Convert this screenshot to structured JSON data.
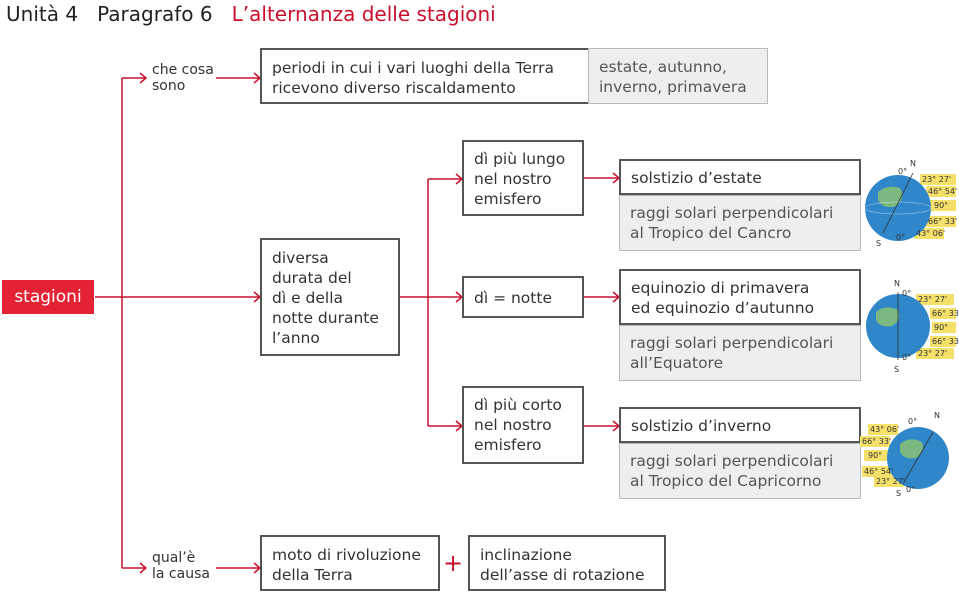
{
  "header": {
    "unit": "Unità 4",
    "paragraph": "Paragrafo 6",
    "title": "L’alternanza delle stagioni"
  },
  "root": "stagioni",
  "che_cosa": {
    "label": "che cosa\nsono",
    "definition": "periodi in cui i vari luoghi della Terra\nricevono diverso riscaldamento",
    "list": "estate, autunno,\ninverno, primavera"
  },
  "durata": "diversa\ndurata del\ndì e della\nnotte durante\nl’anno",
  "rows": [
    {
      "condition": "dì più lungo\nnel nostro\nemisfero",
      "event": "solstizio d’estate",
      "rays": "raggi solari perpendicolari\nal Tropico del Cancro"
    },
    {
      "condition": "dì = notte",
      "event": "equinozio di primavera\ned equinozio d’autunno",
      "rays": "raggi solari perpendicolari\nall’Equatore"
    },
    {
      "condition": "dì più corto\nnel nostro\nemisfero",
      "event": "solstizio d’inverno",
      "rays": "raggi solari perpendicolari\nal Tropico del Capricorno"
    }
  ],
  "globes": [
    {
      "n": "N",
      "s": "S",
      "zero_top": "0°",
      "zero_bottom": "0°",
      "labels": [
        "23° 27'",
        "46° 54'",
        "90°",
        "66° 33'",
        "43° 06'"
      ]
    },
    {
      "n": "N",
      "s": "S",
      "zero_top": "0°",
      "zero_bottom": "0°",
      "labels": [
        "23° 27'",
        "66° 33'",
        "90°",
        "66° 33'",
        "23° 27'"
      ]
    },
    {
      "n": "N",
      "s": "S",
      "zero_top": "0°",
      "zero_bottom": "0°",
      "labels": [
        "43° 06'",
        "66° 33'",
        "90°",
        "46° 54'",
        "23° 27'"
      ]
    }
  ],
  "causa": {
    "label": "qual’è\nla causa",
    "cause1": "moto di rivoluzione\ndella Terra",
    "plus": "+",
    "cause2": "inclinazione\ndell’asse di rotazione"
  },
  "colors": {
    "accent": "#c8102e",
    "line": "#c8102e",
    "box_border": "#555555",
    "gray_box": "#eceeef",
    "label_yellow": "#f5e06a",
    "globe_blue": "#2f86c8"
  }
}
